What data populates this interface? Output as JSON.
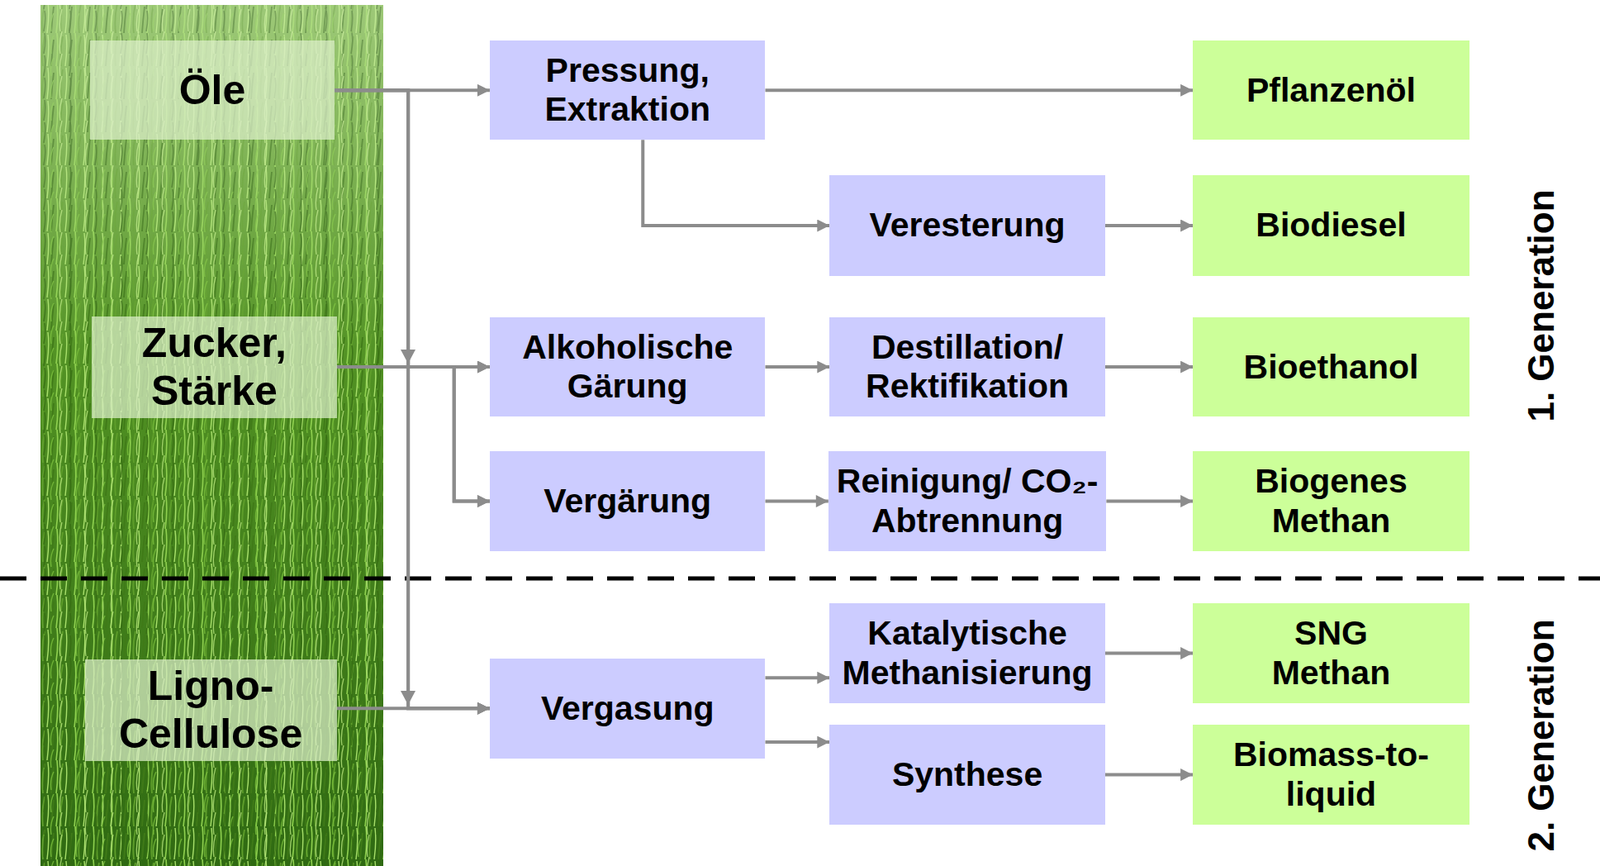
{
  "diagram": {
    "nodes": [
      {
        "text": [
          "Öle"
        ]
      },
      {
        "text": [
          "Pressung, Extraktion"
        ]
      },
      {
        "text": [
          "Pflanzenöl"
        ]
      },
      {
        "text": [
          "Veresterung"
        ]
      },
      {
        "text": [
          "Biodiesel"
        ]
      },
      {
        "text": [
          "Zucker, Stärke"
        ]
      },
      {
        "text": [
          "Alkoholische Gärung"
        ]
      },
      {
        "text": [
          "Destillation/ Rektifikation"
        ]
      },
      {
        "text": [
          "Bioethanol"
        ]
      },
      {
        "text": [
          "Vergärung"
        ]
      },
      {
        "text": [
          "Reinigung/ CO₂-Abtrennung"
        ]
      },
      {
        "text": [
          "Biogenes Methan"
        ]
      },
      {
        "text": [
          "Ligno- Cellulose"
        ]
      },
      {
        "text": [
          "Vergasung"
        ]
      },
      {
        "text": [
          "Katalytische Methanisierung"
        ]
      },
      {
        "text": [
          "SNG Methan"
        ]
      },
      {
        "text": [
          "Synthese"
        ]
      },
      {
        "text": [
          "Biomass-to- liquid"
        ]
      }
    ],
    "edges": [
      {
        "from": 0,
        "to": 1,
        "arrow": "to"
      },
      {
        "from": 1,
        "to": 2,
        "arrow": "to"
      },
      {
        "from": 1,
        "to": 3,
        "arrow": "to"
      },
      {
        "from": 3,
        "to": 4,
        "arrow": "to"
      },
      {
        "from": 0,
        "to": 6,
        "arrow": "to"
      },
      {
        "from": 0,
        "to": 9,
        "arrow": "to"
      },
      {
        "from": 0,
        "to": 13,
        "arrow": "to"
      },
      {
        "from": 5,
        "to": 6,
        "arrow": "to"
      },
      {
        "from": 5,
        "to": 9,
        "arrow": "to"
      },
      {
        "from": 5,
        "to": 13,
        "arrow": "to"
      },
      {
        "from": 6,
        "to": 7,
        "arrow": "to"
      },
      {
        "from": 7,
        "to": 8,
        "arrow": "to"
      },
      {
        "from": 9,
        "to": 10,
        "arrow": "to"
      },
      {
        "from": 10,
        "to": 11,
        "arrow": "to"
      },
      {
        "from": 12,
        "to": 13,
        "arrow": "to"
      },
      {
        "from": 13,
        "to": 14,
        "arrow": "to"
      },
      {
        "from": 13,
        "to": 16,
        "arrow": "to"
      },
      {
        "from": 14,
        "to": 15,
        "arrow": "to"
      },
      {
        "from": 16,
        "to": 17,
        "arrow": "to"
      }
    ],
    "labels": [
      "1. Generation",
      "2. Generation"
    ]
  }
}
